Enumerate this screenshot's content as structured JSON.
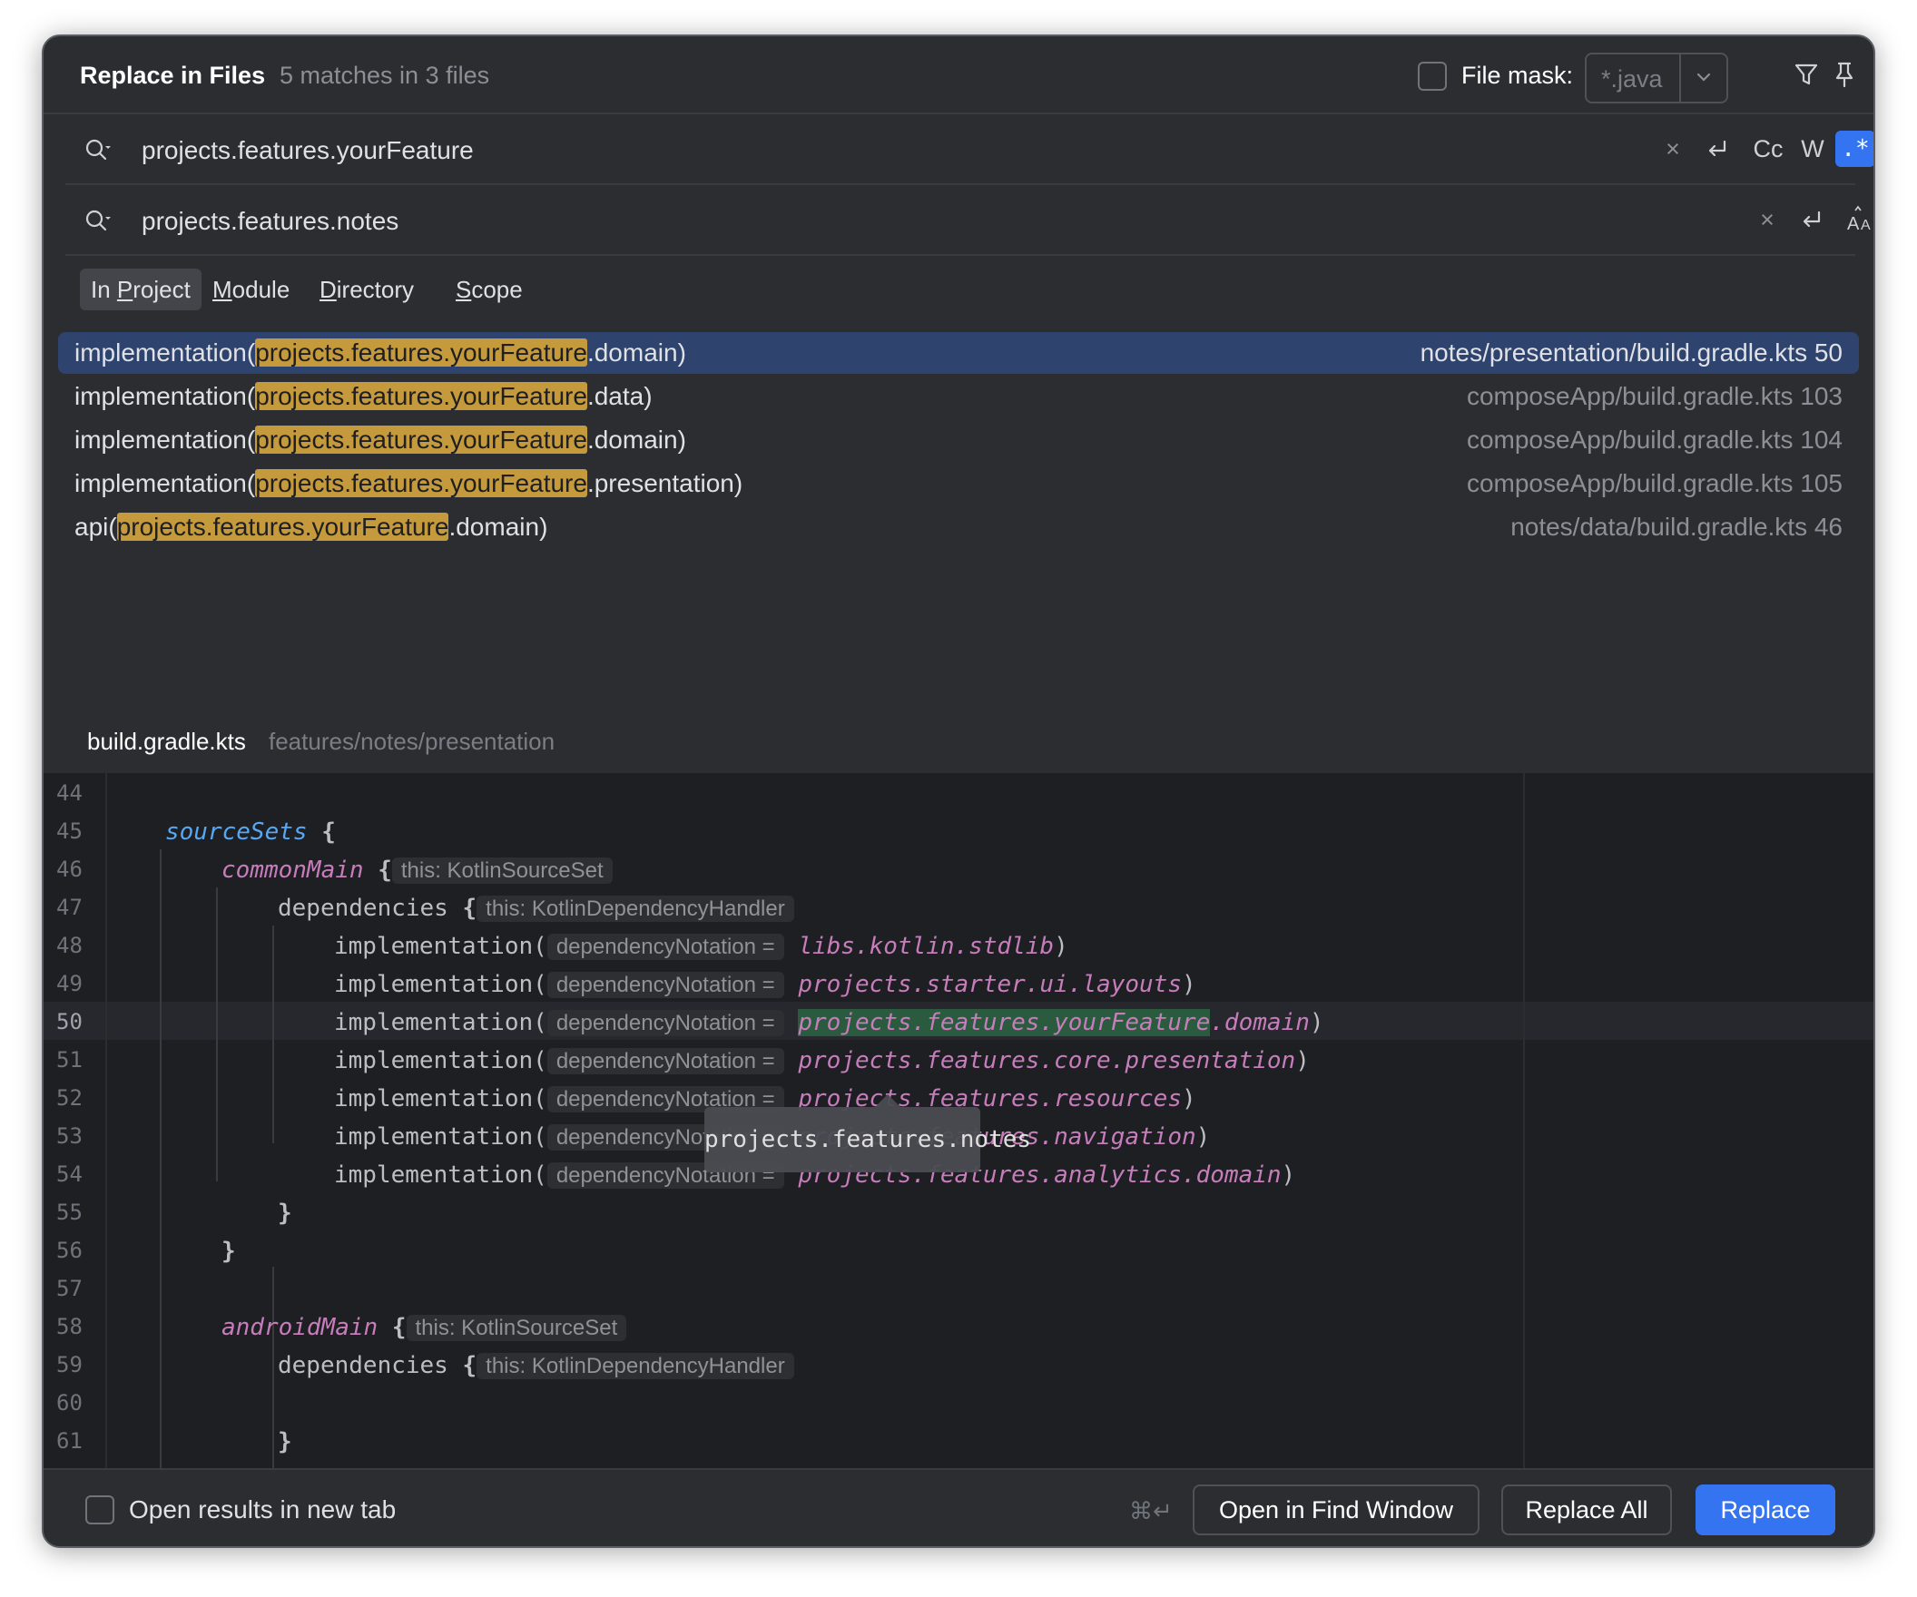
{
  "header": {
    "title": "Replace in Files",
    "match_summary": "5 matches in 3 files",
    "file_mask_label": "File mask:",
    "file_mask_value": "*.java"
  },
  "search": {
    "find_text": "projects.features.yourFeature",
    "replace_text": "projects.features.notes",
    "options": {
      "case": "Cc",
      "words": "W",
      "regex": ".*"
    }
  },
  "scope_tabs": [
    {
      "pre": "In ",
      "u": "P",
      "post": "roject"
    },
    {
      "pre": "",
      "u": "M",
      "post": "odule"
    },
    {
      "pre": "",
      "u": "D",
      "post": "irectory"
    },
    {
      "pre": "",
      "u": "S",
      "post": "cope"
    }
  ],
  "results": [
    {
      "pre": "implementation(",
      "match": "projects.features.yourFeature",
      "post": ".domain)",
      "path": "notes/presentation/build.gradle.kts 50"
    },
    {
      "pre": "implementation(",
      "match": "projects.features.yourFeature",
      "post": ".data)",
      "path": "composeApp/build.gradle.kts 103"
    },
    {
      "pre": "implementation(",
      "match": "projects.features.yourFeature",
      "post": ".domain)",
      "path": "composeApp/build.gradle.kts 104"
    },
    {
      "pre": "implementation(",
      "match": "projects.features.yourFeature",
      "post": ".presentation)",
      "path": "composeApp/build.gradle.kts 105"
    },
    {
      "pre": "api(",
      "match": "projects.features.yourFeature",
      "post": ".domain)",
      "path": "notes/data/build.gradle.kts 46"
    }
  ],
  "preview": {
    "file": "build.gradle.kts",
    "path": "features/notes/presentation",
    "line_numbers": [
      "44",
      "45",
      "46",
      "47",
      "48",
      "49",
      "50",
      "51",
      "52",
      "53",
      "54",
      "55",
      "56",
      "57",
      "58",
      "59",
      "60",
      "61"
    ],
    "kw": {
      "sourceSets": "sourceSets",
      "commonMain": "commonMain",
      "androidMain": "androidMain",
      "dependencies": "dependencies",
      "implementation": "implementation(",
      "open_brace": "{",
      "close_brace": "}",
      "close_paren": ")"
    },
    "hints": {
      "kotlin_source_set": "this: KotlinSourceSet",
      "dependency_handler": "this: KotlinDependencyHandler",
      "dependency_notation": "dependencyNotation ="
    },
    "deps": {
      "l48": "libs.kotlin.stdlib",
      "l49": "projects.starter.ui.layouts",
      "l50_match": "projects.features.yourFeature",
      "l50_rest": ".domain",
      "l51": "projects.features.core.presentation",
      "l52": "projects.features.resources",
      "l53": "projects.features.navigation",
      "l54": "projects.features.analytics.domain"
    },
    "tooltip": "projects.features.notes"
  },
  "footer": {
    "open_new_tab_label": "Open results in new tab",
    "shortcut": "⌘↵",
    "open_find_window": "Open in Find Window",
    "replace_all": "Replace All",
    "replace": "Replace"
  },
  "colors": {
    "accent": "#3574f0",
    "match_highlight": "#c59a3c",
    "selection": "#2e436e",
    "editor_bg": "#1e1f22"
  }
}
